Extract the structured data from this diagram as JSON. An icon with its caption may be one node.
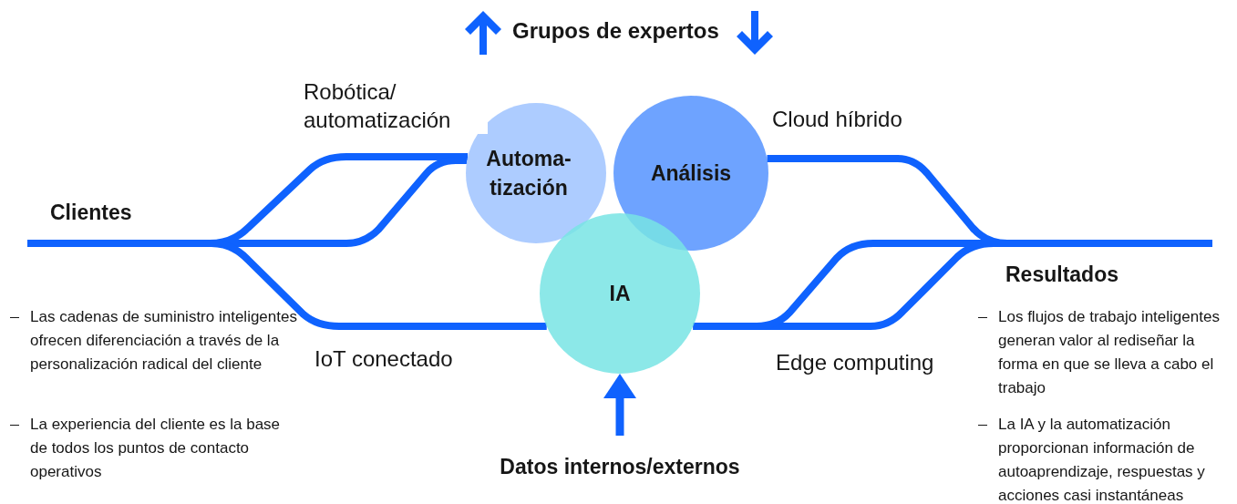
{
  "diagram": {
    "nodes": [
      {
        "text": [
          "Clientes"
        ]
      },
      {
        "text": [
          "Automa- tización"
        ]
      },
      {
        "text": [
          "Análisis"
        ]
      },
      {
        "text": [
          "IA"
        ]
      },
      {
        "text": [
          "Resultados"
        ]
      },
      {
        "text": [
          "Datos internos/externos"
        ]
      }
    ],
    "edges": [
      {
        "from": 0,
        "to": 1,
        "arrow": "none",
        "label": "Robótica/ automatización"
      },
      {
        "from": 0,
        "to": 1,
        "arrow": "none"
      },
      {
        "from": 2,
        "to": 4,
        "arrow": "none",
        "label": "Cloud híbrido"
      },
      {
        "from": 0,
        "to": 3,
        "arrow": "none",
        "label": "IoT conectado"
      },
      {
        "from": 3,
        "to": 4,
        "arrow": "none",
        "label": "Edge computing"
      },
      {
        "from": 3,
        "to": 4,
        "arrow": "none"
      },
      {
        "from": 5,
        "to": 3,
        "arrow": "to"
      }
    ],
    "labels": [
      "Grupos de expertos",
      "Las cadenas de suministro inteligentes ofrecen diferenciación a través de la personalización radical del cliente",
      "La experiencia del cliente es la base de todos los puntos de contacto operativos",
      "Los flujos de trabajo inteligentes generan valor al rediseñar la forma en que se lleva a cabo el trabajo",
      "La IA y la automatización proporcionan información de autoaprendizaje, respuestas y acciones casi instantáneas"
    ]
  }
}
